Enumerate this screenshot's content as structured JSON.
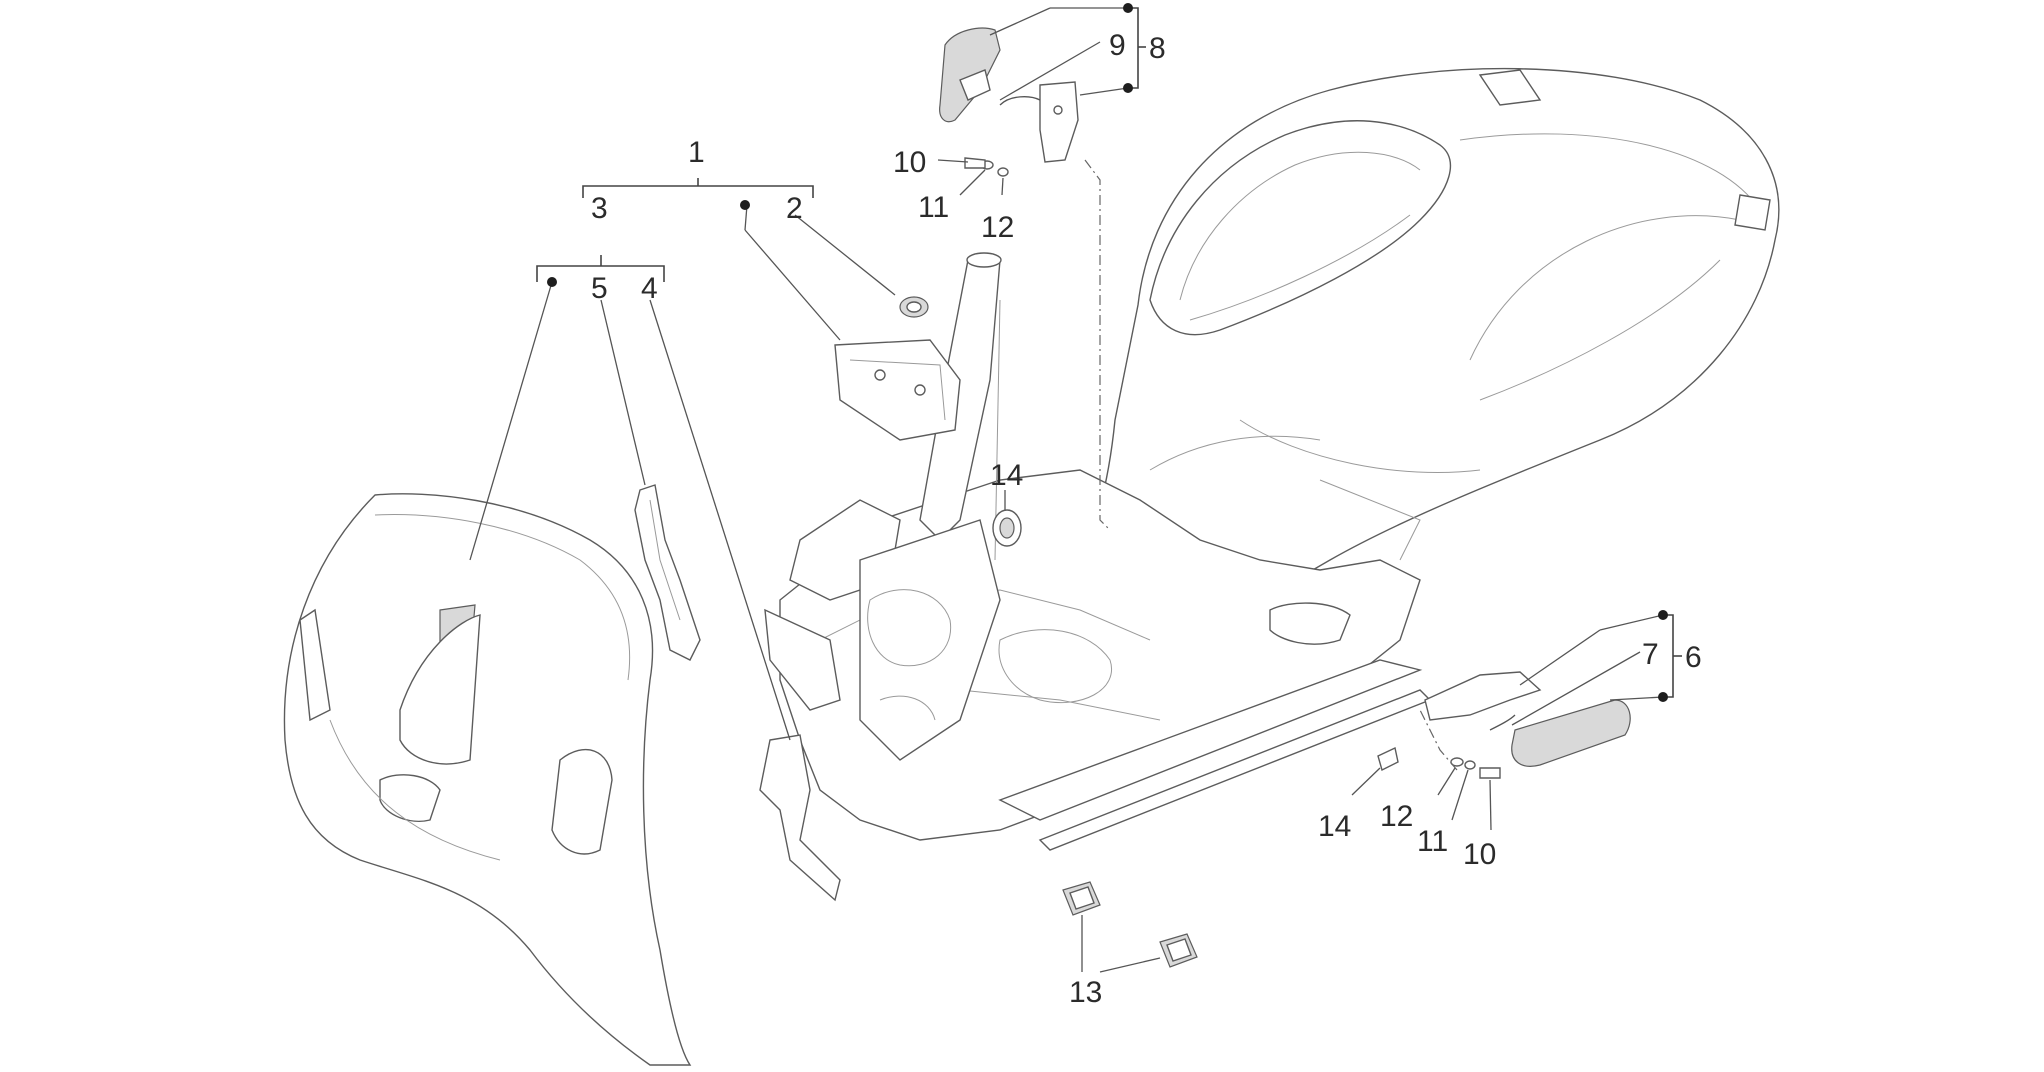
{
  "callouts": {
    "c1": "1",
    "c2": "2",
    "c3": "3",
    "c4": "4",
    "c5": "5",
    "c6": "6",
    "c7": "7",
    "c8": "8",
    "c9": "9",
    "c10a": "10",
    "c11a": "11",
    "c12a": "12",
    "c10b": "10",
    "c11b": "11",
    "c12b": "12",
    "c13": "13",
    "c14a": "14",
    "c14b": "14"
  }
}
